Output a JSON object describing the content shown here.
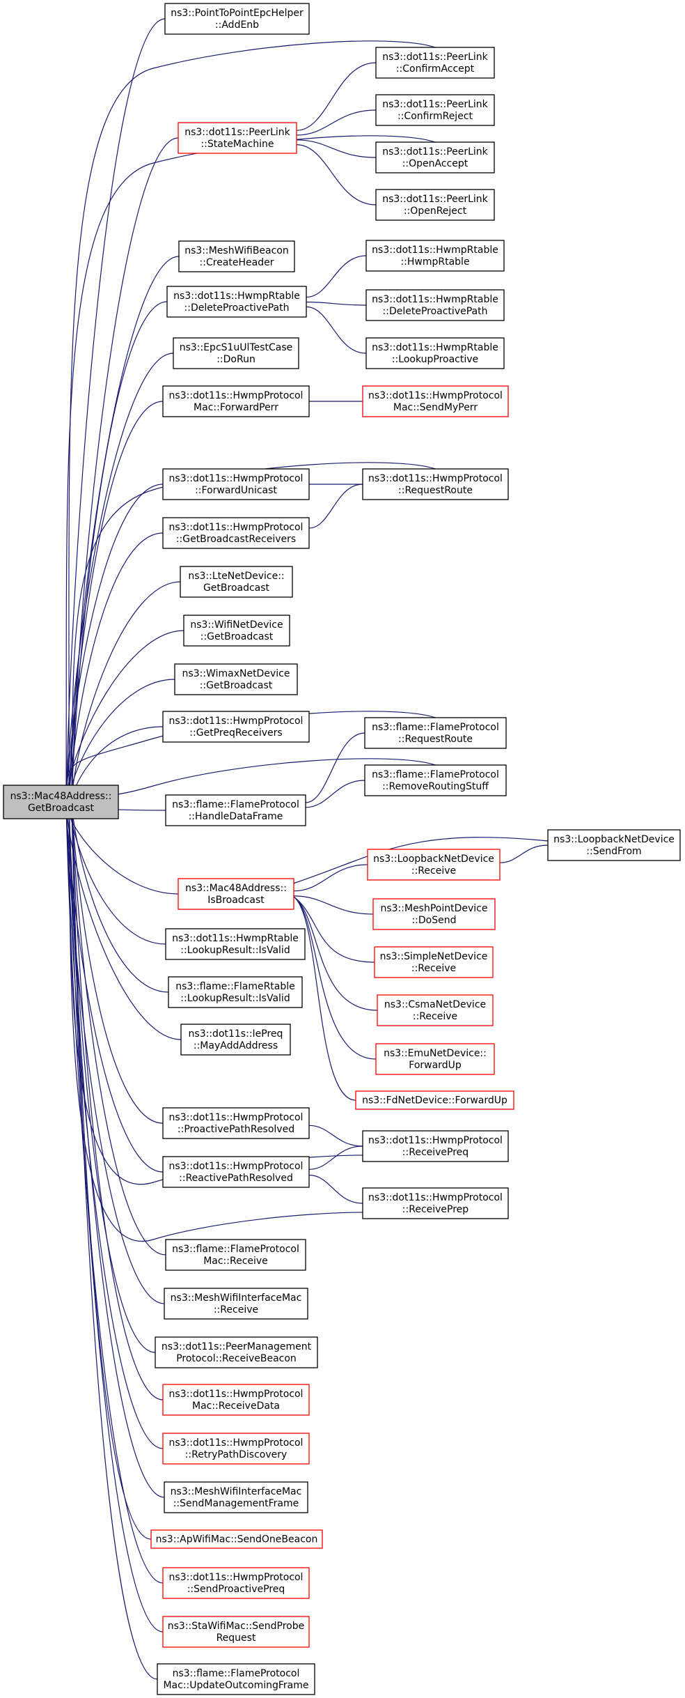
{
  "nodes": [
    {
      "id": "root",
      "lines": [
        "ns3::Mac48Address::",
        "GetBroadcast"
      ],
      "style": "root"
    },
    {
      "id": "p2p_addenb",
      "lines": [
        "ns3::PointToPointEpcHelper",
        "::AddEnb"
      ],
      "style": "normal"
    },
    {
      "id": "pl_confirmaccept",
      "lines": [
        "ns3::dot11s::PeerLink",
        "::ConfirmAccept"
      ],
      "style": "normal"
    },
    {
      "id": "pl_statemachine",
      "lines": [
        "ns3::dot11s::PeerLink",
        "::StateMachine"
      ],
      "style": "red"
    },
    {
      "id": "pl_confirmreject",
      "lines": [
        "ns3::dot11s::PeerLink",
        "::ConfirmReject"
      ],
      "style": "normal"
    },
    {
      "id": "pl_openaccept",
      "lines": [
        "ns3::dot11s::PeerLink",
        "::OpenAccept"
      ],
      "style": "normal"
    },
    {
      "id": "pl_openreject",
      "lines": [
        "ns3::dot11s::PeerLink",
        "::OpenReject"
      ],
      "style": "normal"
    },
    {
      "id": "mwb_createheader",
      "lines": [
        "ns3::MeshWifiBeacon",
        "::CreateHeader"
      ],
      "style": "normal"
    },
    {
      "id": "hr_hwmprtable",
      "lines": [
        "ns3::dot11s::HwmpRtable",
        "::HwmpRtable"
      ],
      "style": "normal"
    },
    {
      "id": "hr_deleteproactivepath",
      "lines": [
        "ns3::dot11s::HwmpRtable",
        "::DeleteProactivePath"
      ],
      "style": "normal"
    },
    {
      "id": "hr_deleteproactivepath2",
      "lines": [
        "ns3::dot11s::HwmpRtable",
        "::DeleteProactivePath"
      ],
      "style": "normal"
    },
    {
      "id": "epc_dorun",
      "lines": [
        "ns3::EpcS1uUlTestCase",
        "::DoRun"
      ],
      "style": "normal"
    },
    {
      "id": "hr_lookupproactive",
      "lines": [
        "ns3::dot11s::HwmpRtable",
        "::LookupProactive"
      ],
      "style": "normal"
    },
    {
      "id": "hpm_forwardperr",
      "lines": [
        "ns3::dot11s::HwmpProtocol",
        "Mac::ForwardPerr"
      ],
      "style": "normal"
    },
    {
      "id": "hpm_sendmyperr",
      "lines": [
        "ns3::dot11s::HwmpProtocol",
        "Mac::SendMyPerr"
      ],
      "style": "red"
    },
    {
      "id": "hp_forwardunicast",
      "lines": [
        "ns3::dot11s::HwmpProtocol",
        "::ForwardUnicast"
      ],
      "style": "normal"
    },
    {
      "id": "hp_requestroute",
      "lines": [
        "ns3::dot11s::HwmpProtocol",
        "::RequestRoute"
      ],
      "style": "normal"
    },
    {
      "id": "hp_getbroadcastreceivers",
      "lines": [
        "ns3::dot11s::HwmpProtocol",
        "::GetBroadcastReceivers"
      ],
      "style": "normal"
    },
    {
      "id": "lte_getbroadcast",
      "lines": [
        "ns3::LteNetDevice::",
        "GetBroadcast"
      ],
      "style": "normal"
    },
    {
      "id": "wifi_getbroadcast",
      "lines": [
        "ns3::WifiNetDevice",
        "::GetBroadcast"
      ],
      "style": "normal"
    },
    {
      "id": "wimax_getbroadcast",
      "lines": [
        "ns3::WimaxNetDevice",
        "::GetBroadcast"
      ],
      "style": "normal"
    },
    {
      "id": "hp_getpreqreceivers",
      "lines": [
        "ns3::dot11s::HwmpProtocol",
        "::GetPreqReceivers"
      ],
      "style": "normal"
    },
    {
      "id": "fp_requestroute",
      "lines": [
        "ns3::flame::FlameProtocol",
        "::RequestRoute"
      ],
      "style": "normal"
    },
    {
      "id": "fp_removeroutingstuff",
      "lines": [
        "ns3::flame::FlameProtocol",
        "::RemoveRoutingStuff"
      ],
      "style": "normal"
    },
    {
      "id": "fp_handledataframe",
      "lines": [
        "ns3::flame::FlameProtocol",
        "::HandleDataFrame"
      ],
      "style": "normal"
    },
    {
      "id": "loopback_sendfrom",
      "lines": [
        "ns3::LoopbackNetDevice",
        "::SendFrom"
      ],
      "style": "normal"
    },
    {
      "id": "loopback_receive",
      "lines": [
        "ns3::LoopbackNetDevice",
        "::Receive"
      ],
      "style": "red"
    },
    {
      "id": "mac48_isbroadcast",
      "lines": [
        "ns3::Mac48Address::",
        "IsBroadcast"
      ],
      "style": "red"
    },
    {
      "id": "meshpoint_dosend",
      "lines": [
        "ns3::MeshPointDevice",
        "::DoSend"
      ],
      "style": "red"
    },
    {
      "id": "simple_receive",
      "lines": [
        "ns3::SimpleNetDevice",
        "::Receive"
      ],
      "style": "red"
    },
    {
      "id": "csma_receive",
      "lines": [
        "ns3::CsmaNetDevice",
        "::Receive"
      ],
      "style": "red"
    },
    {
      "id": "emu_forwardup",
      "lines": [
        "ns3::EmuNetDevice::",
        "ForwardUp"
      ],
      "style": "red"
    },
    {
      "id": "fd_forwardup",
      "lines": [
        "ns3::FdNetDevice::ForwardUp"
      ],
      "style": "red"
    },
    {
      "id": "hr_lookupresult_isvalid",
      "lines": [
        "ns3::dot11s::HwmpRtable",
        "::LookupResult::IsValid"
      ],
      "style": "normal"
    },
    {
      "id": "fr_lookupresult_isvalid",
      "lines": [
        "ns3::flame::FlameRtable",
        "::LookupResult::IsValid"
      ],
      "style": "normal"
    },
    {
      "id": "iepreq_mayaddaddress",
      "lines": [
        "ns3::dot11s::IePreq",
        "::MayAddAddress"
      ],
      "style": "normal"
    },
    {
      "id": "hp_proactivepathresolved",
      "lines": [
        "ns3::dot11s::HwmpProtocol",
        "::ProactivePathResolved"
      ],
      "style": "normal"
    },
    {
      "id": "hp_receivepreq",
      "lines": [
        "ns3::dot11s::HwmpProtocol",
        "::ReceivePreq"
      ],
      "style": "normal"
    },
    {
      "id": "hp_reactivepathresolved",
      "lines": [
        "ns3::dot11s::HwmpProtocol",
        "::ReactivePathResolved"
      ],
      "style": "normal"
    },
    {
      "id": "hp_receiveprep",
      "lines": [
        "ns3::dot11s::HwmpProtocol",
        "::ReceivePrep"
      ],
      "style": "normal"
    },
    {
      "id": "fpm_receive",
      "lines": [
        "ns3::flame::FlameProtocol",
        "Mac::Receive"
      ],
      "style": "normal"
    },
    {
      "id": "mwim_receive",
      "lines": [
        "ns3::MeshWifiInterfaceMac",
        "::Receive"
      ],
      "style": "normal"
    },
    {
      "id": "pmp_receivebeacon",
      "lines": [
        "ns3::dot11s::PeerManagement",
        "Protocol::ReceiveBeacon"
      ],
      "style": "normal"
    },
    {
      "id": "hpm_receivedata",
      "lines": [
        "ns3::dot11s::HwmpProtocol",
        "Mac::ReceiveData"
      ],
      "style": "red"
    },
    {
      "id": "hp_retrypathdiscovery",
      "lines": [
        "ns3::dot11s::HwmpProtocol",
        "::RetryPathDiscovery"
      ],
      "style": "red"
    },
    {
      "id": "mwim_sendmanagementframe",
      "lines": [
        "ns3::MeshWifiInterfaceMac",
        "::SendManagementFrame"
      ],
      "style": "normal"
    },
    {
      "id": "ap_sendonebeacon",
      "lines": [
        "ns3::ApWifiMac::SendOneBeacon"
      ],
      "style": "red"
    },
    {
      "id": "hp_sendproactivepreq",
      "lines": [
        "ns3::dot11s::HwmpProtocol",
        "::SendProactivePreq"
      ],
      "style": "red"
    },
    {
      "id": "sta_sendproberequest",
      "lines": [
        "ns3::StaWifiMac::SendProbe",
        "Request"
      ],
      "style": "red"
    },
    {
      "id": "fpm_updateoutcomingframe",
      "lines": [
        "ns3::flame::FlameProtocol",
        "Mac::UpdateOutcomingFrame"
      ],
      "style": "normal"
    }
  ]
}
